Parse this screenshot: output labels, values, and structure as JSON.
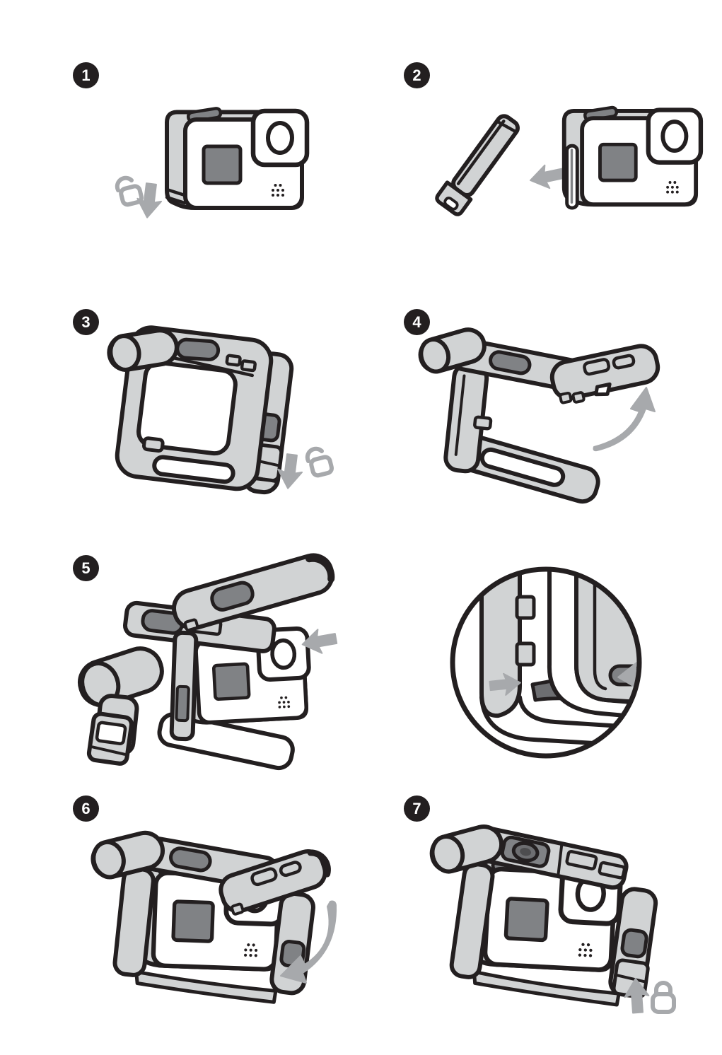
{
  "sheet": {
    "kind": "camera-frame-installation-instructions"
  },
  "colors": {
    "outline": "#231f20",
    "fill_light": "#d1d3d4",
    "fill_dark": "#808285",
    "arrow_gray": "#a7a9ac",
    "badge_background": "#231f20",
    "badge_number": "#ffffff",
    "background": "#ffffff"
  },
  "steps": [
    {
      "number": "1",
      "icons": [
        "unlock-icon",
        "arrow-down-icon"
      ]
    },
    {
      "number": "2",
      "icons": [
        "arrow-left-icon"
      ]
    },
    {
      "number": "3",
      "icons": [
        "arrow-down-icon",
        "unlock-icon"
      ]
    },
    {
      "number": "4",
      "icons": [
        "curved-arrow-up-icon"
      ]
    },
    {
      "number": "5",
      "icons": [
        "arrow-left-icon"
      ]
    },
    {
      "number": "6",
      "icons": [
        "curved-arrow-down-icon"
      ]
    },
    {
      "number": "7",
      "icons": [
        "arrow-up-icon",
        "lock-icon"
      ]
    }
  ],
  "detail_inset": {
    "icons": [
      "arrow-right-icon",
      "arrow-left-icon"
    ]
  }
}
